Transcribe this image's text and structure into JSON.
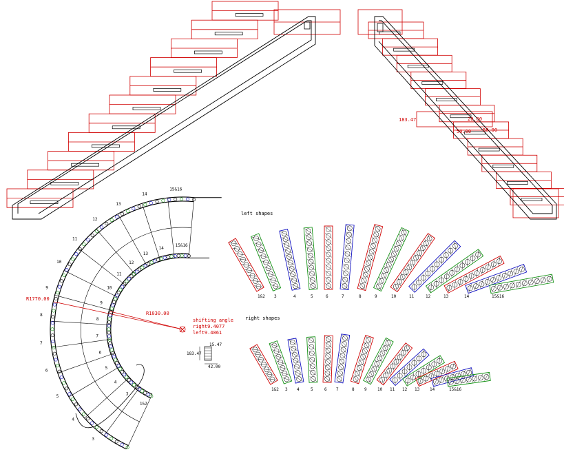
{
  "colors": {
    "red": "#d00000",
    "blue": "#1010c0",
    "green": "#109010",
    "black": "#000000"
  },
  "stairs": {
    "left_stair_steps": 11,
    "right_stair_steps": 11
  },
  "right_stair_dims": {
    "a": "183.47",
    "b": "20.00",
    "c": "50.00",
    "d": "50.00"
  },
  "plan": {
    "outer_radius_label": "R1770.00",
    "inner_radius_label": "R1030.00",
    "shift_title": "shifting angle",
    "shift_right": "right9.4077",
    "shift_left": "left9.4861",
    "outer_step_labels": [
      "1&2",
      "3",
      "4",
      "5",
      "6",
      "7",
      "8",
      "9",
      "10",
      "11",
      "12",
      "13",
      "14",
      "15&16"
    ],
    "inner_step_labels": [
      "1&2",
      "3",
      "4",
      "5",
      "6",
      "7",
      "8",
      "9",
      "10",
      "11",
      "12",
      "13",
      "14",
      "15&16"
    ]
  },
  "section": {
    "w": "15.47",
    "h": "183.47",
    "t": "42.00"
  },
  "left_shapes": {
    "title": "left shapes",
    "labels": [
      "1&2",
      "3",
      "4",
      "5",
      "6",
      "7",
      "8",
      "9",
      "10",
      "11",
      "12",
      "13",
      "14",
      "15&16"
    ]
  },
  "right_shapes": {
    "title": "right shapes",
    "labels": [
      "1&2",
      "3",
      "4",
      "5",
      "6",
      "7",
      "8",
      "9",
      "10",
      "11",
      "12",
      "13",
      "14",
      "15&16"
    ]
  }
}
